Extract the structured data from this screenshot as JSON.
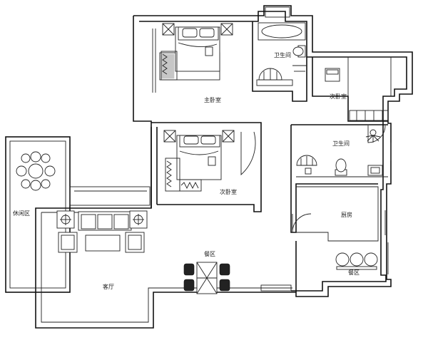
{
  "rooms": {
    "master_bedroom": "主卧室",
    "master_bath": "卫生间",
    "second_bedroom_top": "次卧室",
    "second_bedroom_mid": "次卧室",
    "bath2": "卫生间",
    "kitchen": "厨房",
    "dining_small": "餐区",
    "dining": "餐区",
    "living": "客厅",
    "leisure": "休闲区"
  },
  "colors": {
    "line": "#111111",
    "background": "#ffffff"
  }
}
